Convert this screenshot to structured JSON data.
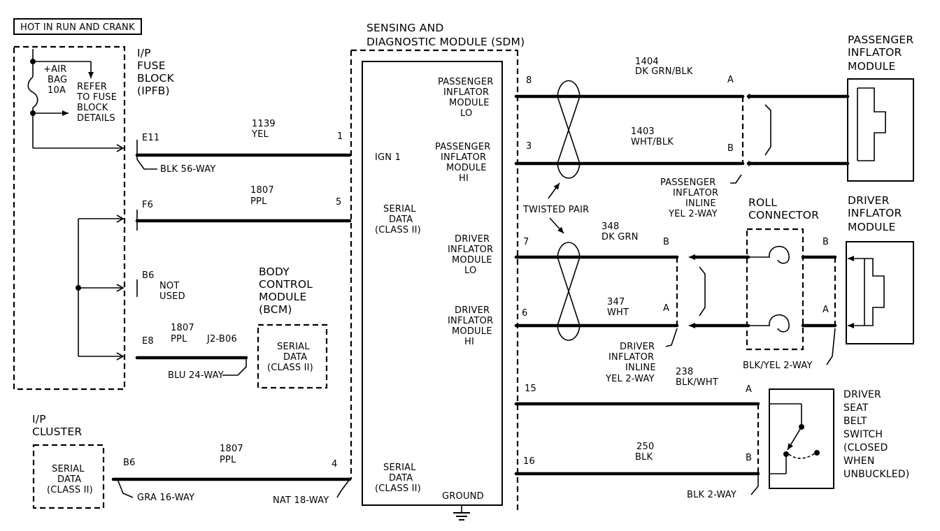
{
  "header_label": "HOT IN RUN AND CRANK",
  "ipfb": {
    "title": [
      "I/P",
      "FUSE",
      "BLOCK",
      "(IPFB)"
    ],
    "fuse": [
      "+AIR",
      "BAG",
      "10A"
    ],
    "refer": [
      "REFER",
      "TO FUSE",
      "BLOCK",
      "DETAILS"
    ],
    "connector": "BLK 56-WAY",
    "pins": {
      "e11": "E11",
      "f6": "F6",
      "b6": "B6",
      "e8": "E8"
    },
    "not_used": [
      "NOT",
      "USED"
    ]
  },
  "wires": {
    "w1139": {
      "num": "1139",
      "color": "YEL"
    },
    "w1807a": {
      "num": "1807",
      "color": "PPL"
    },
    "w1807b": {
      "num": "1807",
      "color": "PPL"
    },
    "w1807c": {
      "num": "1807",
      "color": "PPL"
    },
    "w1404": {
      "num": "1404",
      "color": "DK GRN/BLK"
    },
    "w1403": {
      "num": "1403",
      "color": "WHT/BLK"
    },
    "w348": {
      "num": "348",
      "color": "DK GRN"
    },
    "w347": {
      "num": "347",
      "color": "WHT"
    },
    "w238": {
      "num": "238",
      "color": "BLK/WHT"
    },
    "w250": {
      "num": "250",
      "color": "BLK"
    }
  },
  "bcm": {
    "title": [
      "BODY",
      "CONTROL",
      "MODULE",
      "(BCM)"
    ],
    "serial": [
      "SERIAL",
      "DATA",
      "(CLASS II)"
    ],
    "pin": "J2-B06",
    "connector": "BLU 24-WAY"
  },
  "cluster": {
    "title": [
      "I/P",
      "CLUSTER"
    ],
    "serial": [
      "SERIAL",
      "DATA",
      "(CLASS II)"
    ],
    "pin": "B6",
    "connector": "GRA 16-WAY"
  },
  "sdm": {
    "title": [
      "SENSING AND",
      "DIAGNOSTIC MODULE (SDM)"
    ],
    "ign": "IGN 1",
    "serial1": [
      "SERIAL",
      "DATA",
      "(CLASS II)"
    ],
    "serial2": [
      "SERIAL",
      "DATA",
      "(CLASS II)"
    ],
    "ground": "GROUND",
    "pass_lo": [
      "PASSENGER",
      "INFLATOR",
      "MODULE",
      "LO"
    ],
    "pass_hi": [
      "PASSENGER",
      "INFLATOR",
      "MODULE",
      "HI"
    ],
    "drv_lo": [
      "DRIVER",
      "INFLATOR",
      "MODULE",
      "LO"
    ],
    "drv_hi": [
      "DRIVER",
      "INFLATOR",
      "MODULE",
      "HI"
    ],
    "connector": "NAT 18-WAY",
    "pins": {
      "p1": "1",
      "p5": "5",
      "p4": "4",
      "p8": "8",
      "p3": "3",
      "p7": "7",
      "p6": "6",
      "p15": "15",
      "p16": "16"
    }
  },
  "twisted_pair": "TWISTED PAIR",
  "passenger_inline": [
    "PASSENGER",
    "INFLATOR",
    "INLINE",
    "YEL 2-WAY"
  ],
  "driver_inline": [
    "DRIVER",
    "INFLATOR",
    "INLINE",
    "YEL 2-WAY"
  ],
  "roll_connector": {
    "title": [
      "ROLL",
      "CONNECTOR"
    ],
    "connector": "BLK/YEL 2-WAY"
  },
  "passenger_module": [
    "PASSENGER",
    "INFLATOR",
    "MODULE"
  ],
  "driver_module": [
    "DRIVER",
    "INFLATOR",
    "MODULE"
  ],
  "seat_belt": {
    "title": [
      "DRIVER",
      "SEAT",
      "BELT",
      "SWITCH",
      "(CLOSED",
      "WHEN",
      "UNBUCKLED)"
    ],
    "connector": "BLK 2-WAY"
  },
  "pin_letters": {
    "a": "A",
    "b": "B"
  }
}
